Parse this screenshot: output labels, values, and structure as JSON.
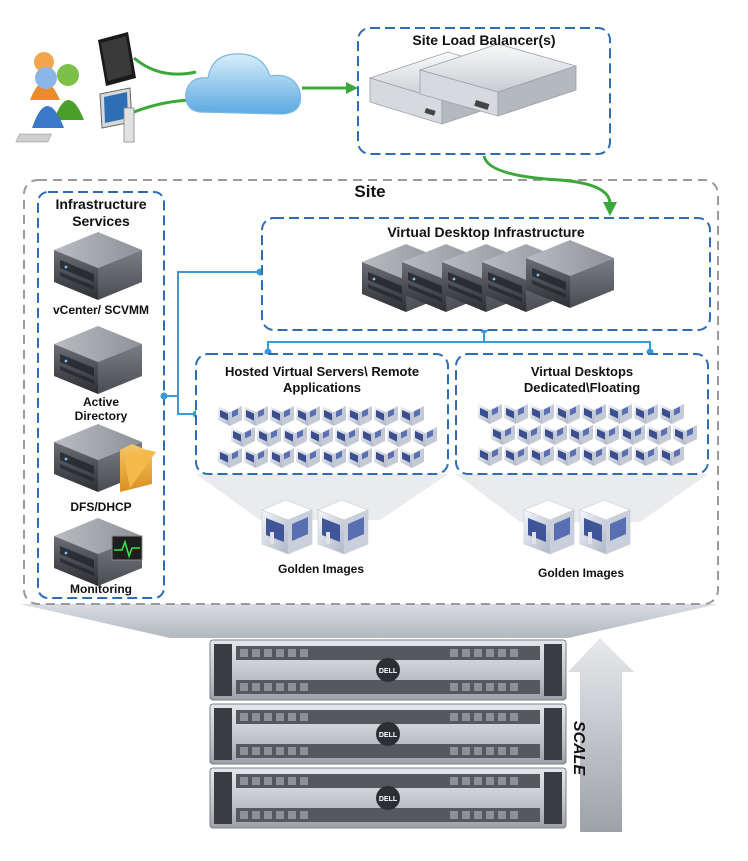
{
  "load_balancer": {
    "title": "Site Load Balancer(s)"
  },
  "site": {
    "title": "Site"
  },
  "infrastructure": {
    "title_line1": "Infrastructure",
    "title_line2": "Services",
    "items": [
      {
        "label_line1": "vCenter/ SCVMM",
        "label_line2": ""
      },
      {
        "label_line1": "Active",
        "label_line2": "Directory"
      },
      {
        "label_line1": "DFS/DHCP",
        "label_line2": ""
      },
      {
        "label_line1": "Monitoring",
        "label_line2": ""
      }
    ]
  },
  "vdi": {
    "title": "Virtual Desktop Infrastructure"
  },
  "hosted": {
    "title_line1": "Hosted Virtual Servers\\ Remote",
    "title_line2": "Applications",
    "golden_label": "Golden Images"
  },
  "desktops": {
    "title_line1": "Virtual Desktops",
    "title_line2": "Dedicated\\Floating",
    "golden_label": "Golden Images"
  },
  "hardware": {
    "badge": "DELL",
    "scale_label": "SCALE"
  },
  "colors": {
    "blue_dash": "#2e6db4",
    "gray_dash": "#9a9a9a",
    "green_arrow": "#3aa83a",
    "connector": "#3a9ad9",
    "cloud": "#6ab4e6"
  },
  "icons": [
    "users-icon",
    "tablet-icon",
    "desktop-pc-icon",
    "cloud-icon",
    "rack-server-icon",
    "tower-server-icon",
    "folder-icon",
    "monitor-graph-icon",
    "vm-cube-icon",
    "golden-image-icon",
    "scale-arrow-icon"
  ]
}
